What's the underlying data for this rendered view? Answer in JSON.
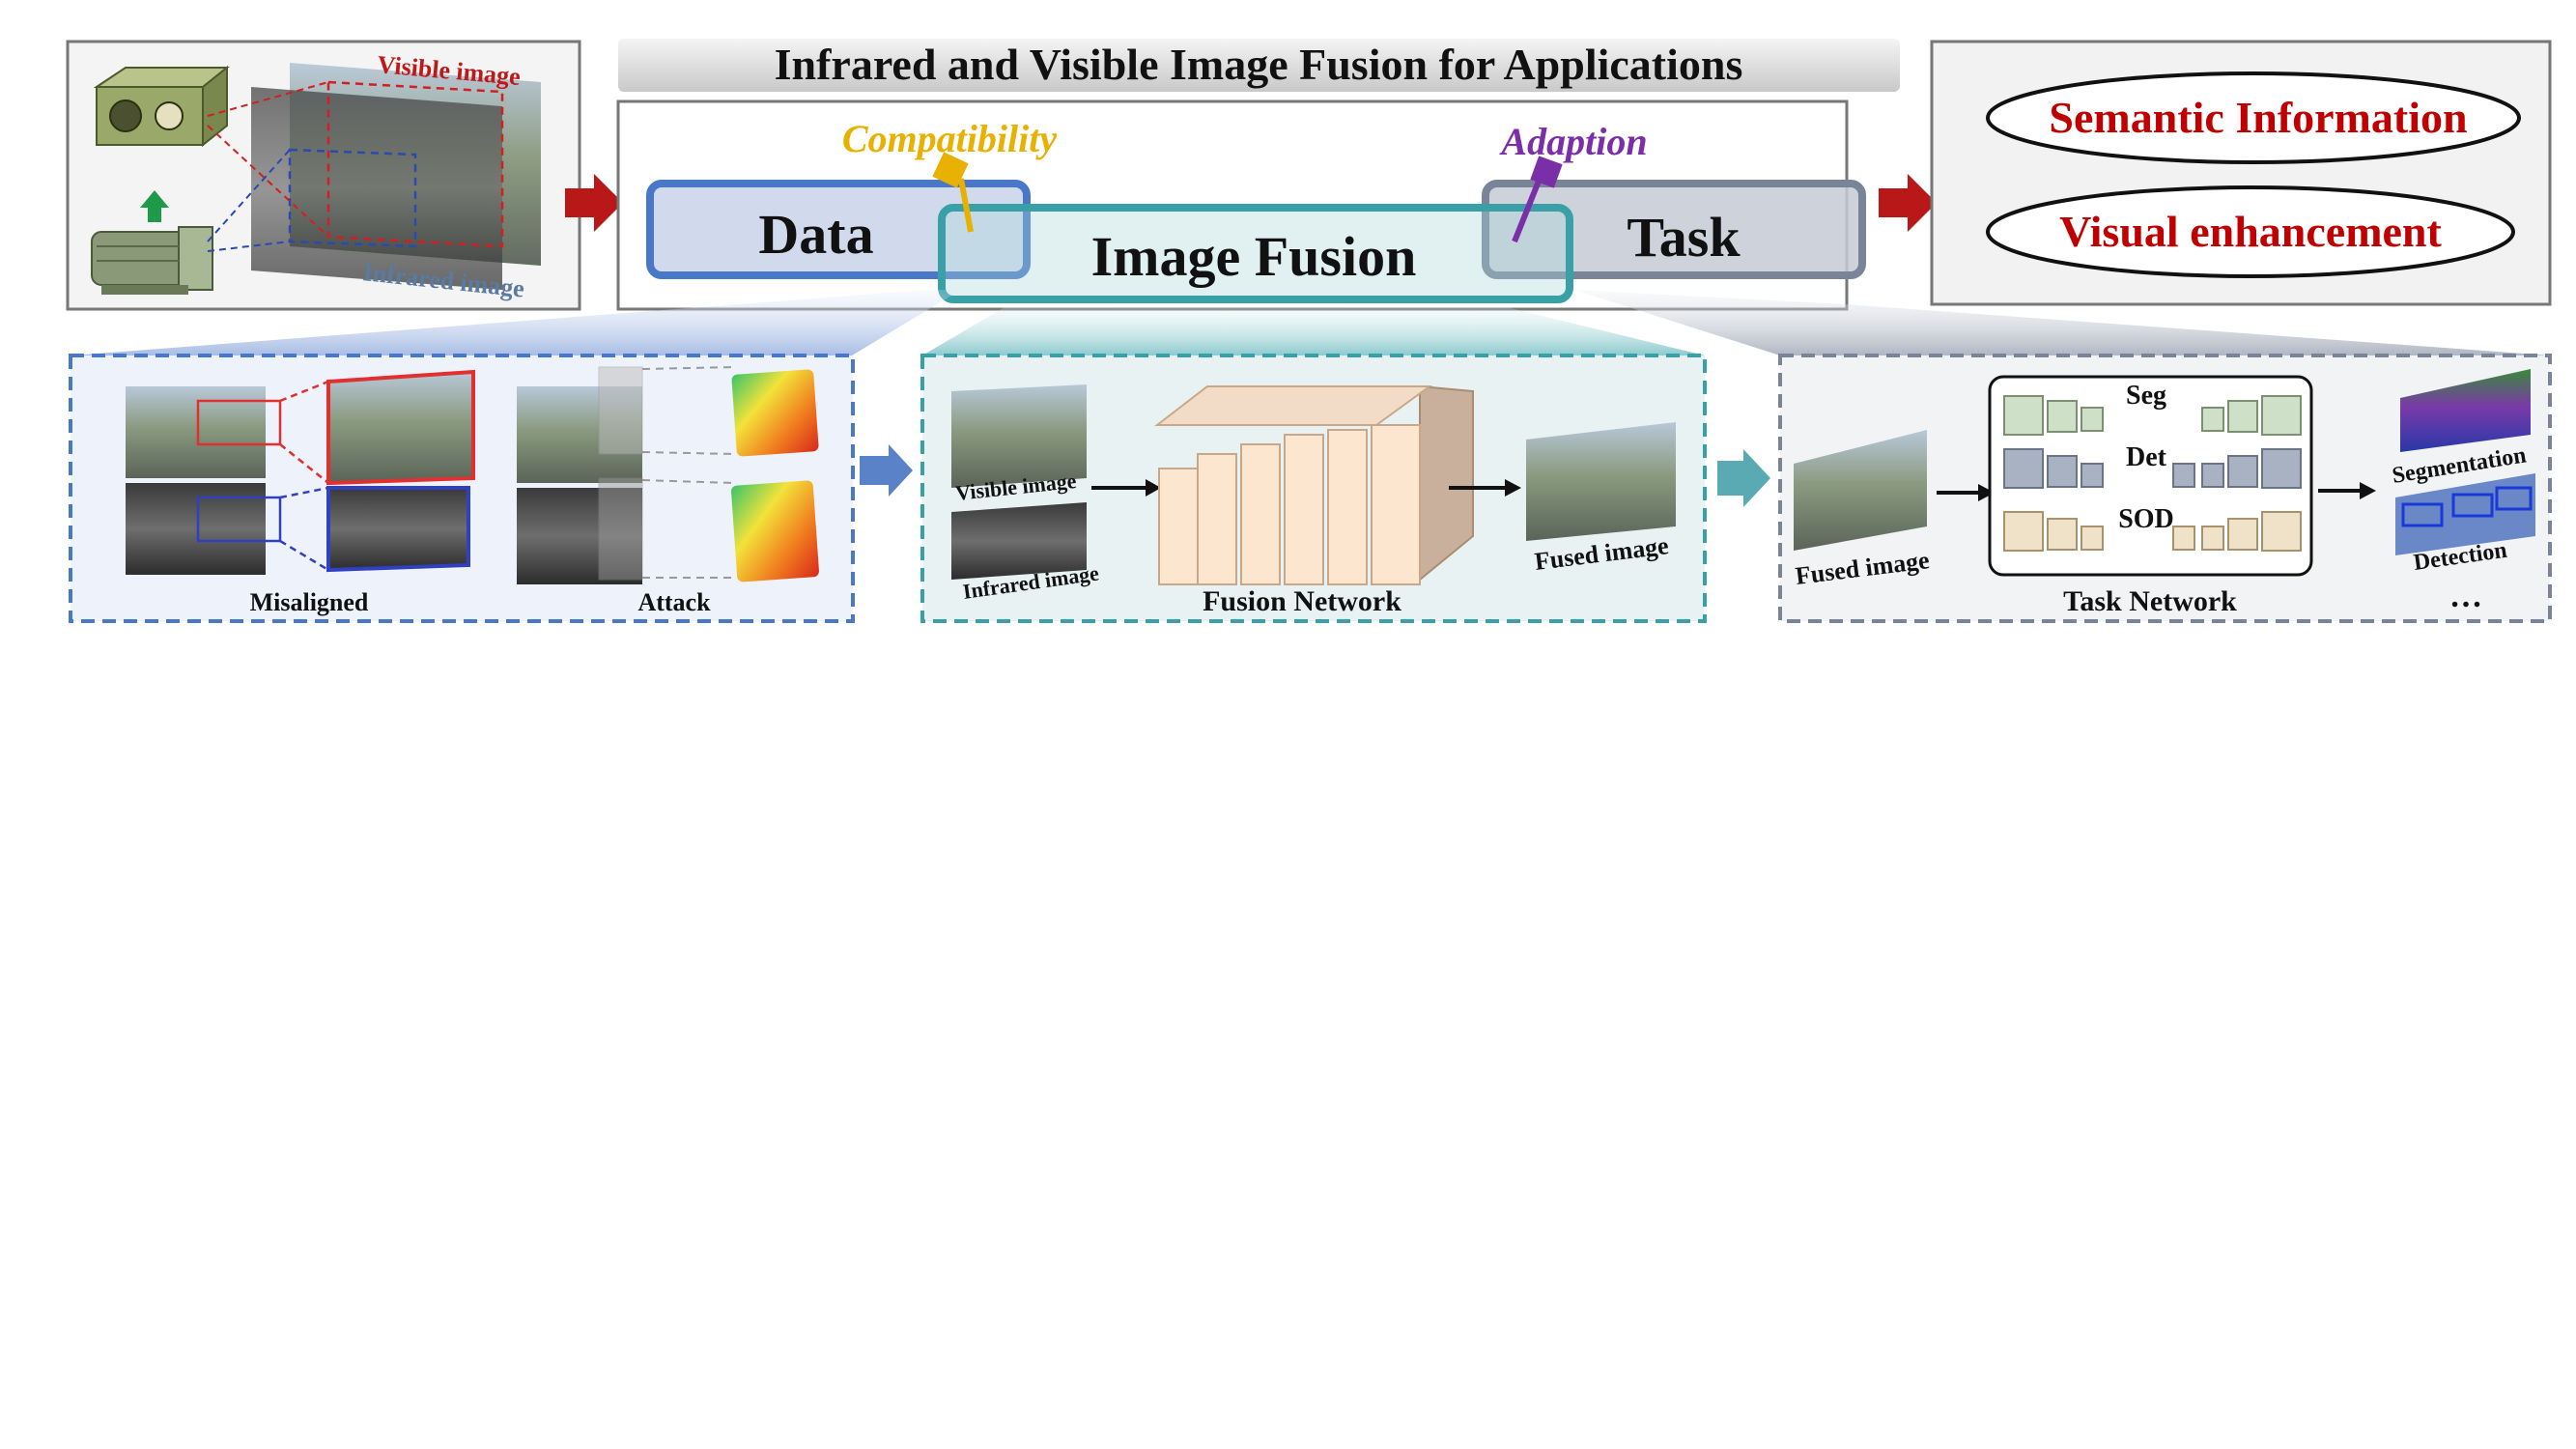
{
  "title": "Infrared and Visible Image Fusion for Applications",
  "top_left": {
    "visible_label": "Visible image",
    "infrared_label": "Infrared image"
  },
  "center": {
    "data_label": "Data",
    "fusion_label": "Image Fusion",
    "task_label": "Task",
    "compatibility_label": "Compatibility",
    "adaption_label": "Adaption"
  },
  "right": {
    "semantic_label": "Semantic Information",
    "visual_label": "Visual enhancement"
  },
  "panel_data": {
    "misaligned_label": "Misaligned",
    "attack_label": "Attack"
  },
  "panel_fusion": {
    "visible_label": "Visible image",
    "infrared_label": "Infrared image",
    "network_label": "Fusion Network",
    "fused_label": "Fused image"
  },
  "panel_task": {
    "fused_label": "Fused image",
    "seg_label": "Seg",
    "det_label": "Det",
    "sod_label": "SOD",
    "network_label": "Task Network",
    "segmentation_label": "Segmentation",
    "detection_label": "Detection",
    "ellipsis": "…"
  },
  "colors": {
    "data_blue": "#4a78c8",
    "fusion_teal": "#3aa0a8",
    "task_gray": "#7a8498",
    "compat_gold": "#e8b000",
    "adapt_purple": "#7a2ea8",
    "accent_red": "#c00000"
  }
}
